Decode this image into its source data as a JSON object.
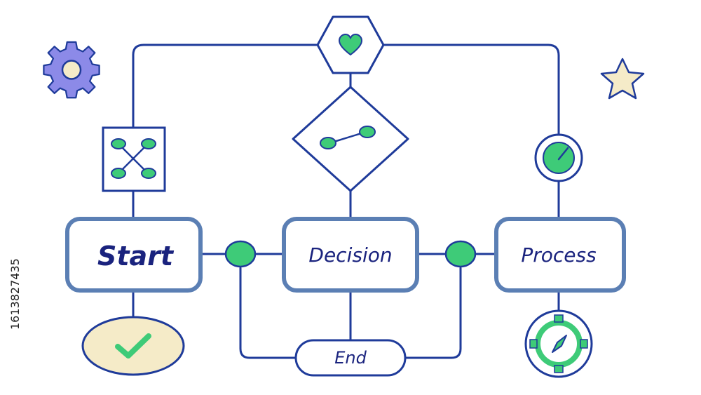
{
  "nodes": {
    "start": "Start",
    "decision": "Decision",
    "process": "Process",
    "end": "End"
  },
  "side_id": "1613827435",
  "colors": {
    "line": "#1f3b9a",
    "box_stroke": "#5b7fb4",
    "green": "#3ecb78",
    "green_dark": "#1b7a44",
    "cream": "#f5ebc8",
    "purple": "#8c8ae8",
    "text": "#1a237e"
  },
  "icons": [
    "gear-icon",
    "star-icon",
    "heart-icon",
    "network-icon",
    "link-icon",
    "gauge-icon",
    "compass-icon",
    "checkmark-icon"
  ]
}
